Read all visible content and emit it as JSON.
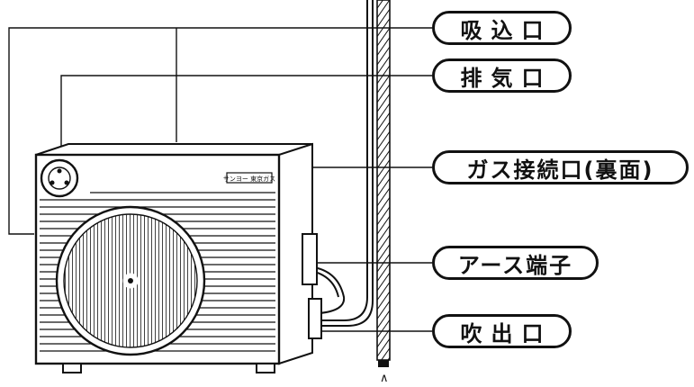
{
  "labels": {
    "intake": "吸込口",
    "exhaust": "排気口",
    "gas_connection": "ガス接続口(裏面)",
    "earth_terminal": "アース端子",
    "outlet": "吹出口"
  },
  "unit": {
    "brand_plate": "サンヨー 東京ガス"
  },
  "marks": {
    "pipe_end": "∧"
  },
  "colors": {
    "ink": "#111111",
    "paper": "#ffffff"
  }
}
